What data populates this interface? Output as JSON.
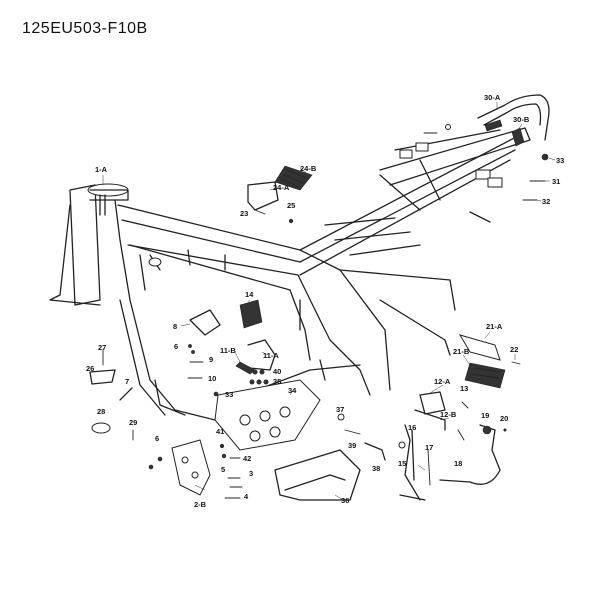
{
  "title": "125EU503-F10B",
  "callouts": {
    "p1A": "1-A",
    "p2B": "2-B",
    "p3": "3",
    "p4": "4",
    "p5": "5",
    "p6a": "6",
    "p6b": "6",
    "p7": "7",
    "p8": "8",
    "p9": "9",
    "p10": "10",
    "p11A": "11-A",
    "p11B": "11-B",
    "p12A": "12-A",
    "p12B": "12-B",
    "p13": "13",
    "p14": "14",
    "p15": "15",
    "p16": "16",
    "p17": "17",
    "p18": "18",
    "p19": "19",
    "p20": "20",
    "p21A": "21-A",
    "p21B": "21-B",
    "p22": "22",
    "p23": "23",
    "p24A": "24-A",
    "p24B": "24-B",
    "p25": "25",
    "p26": "26",
    "p27": "27",
    "p28": "28",
    "p29": "29",
    "p30A": "30-A",
    "p30B": "30-B",
    "p31": "31",
    "p32": "32",
    "p33a": "33",
    "p33b": "33",
    "p34": "34",
    "p35": "35",
    "p36": "36",
    "p37": "37",
    "p38": "38",
    "p39": "39",
    "p40": "40",
    "p41": "41",
    "p42": "42"
  }
}
